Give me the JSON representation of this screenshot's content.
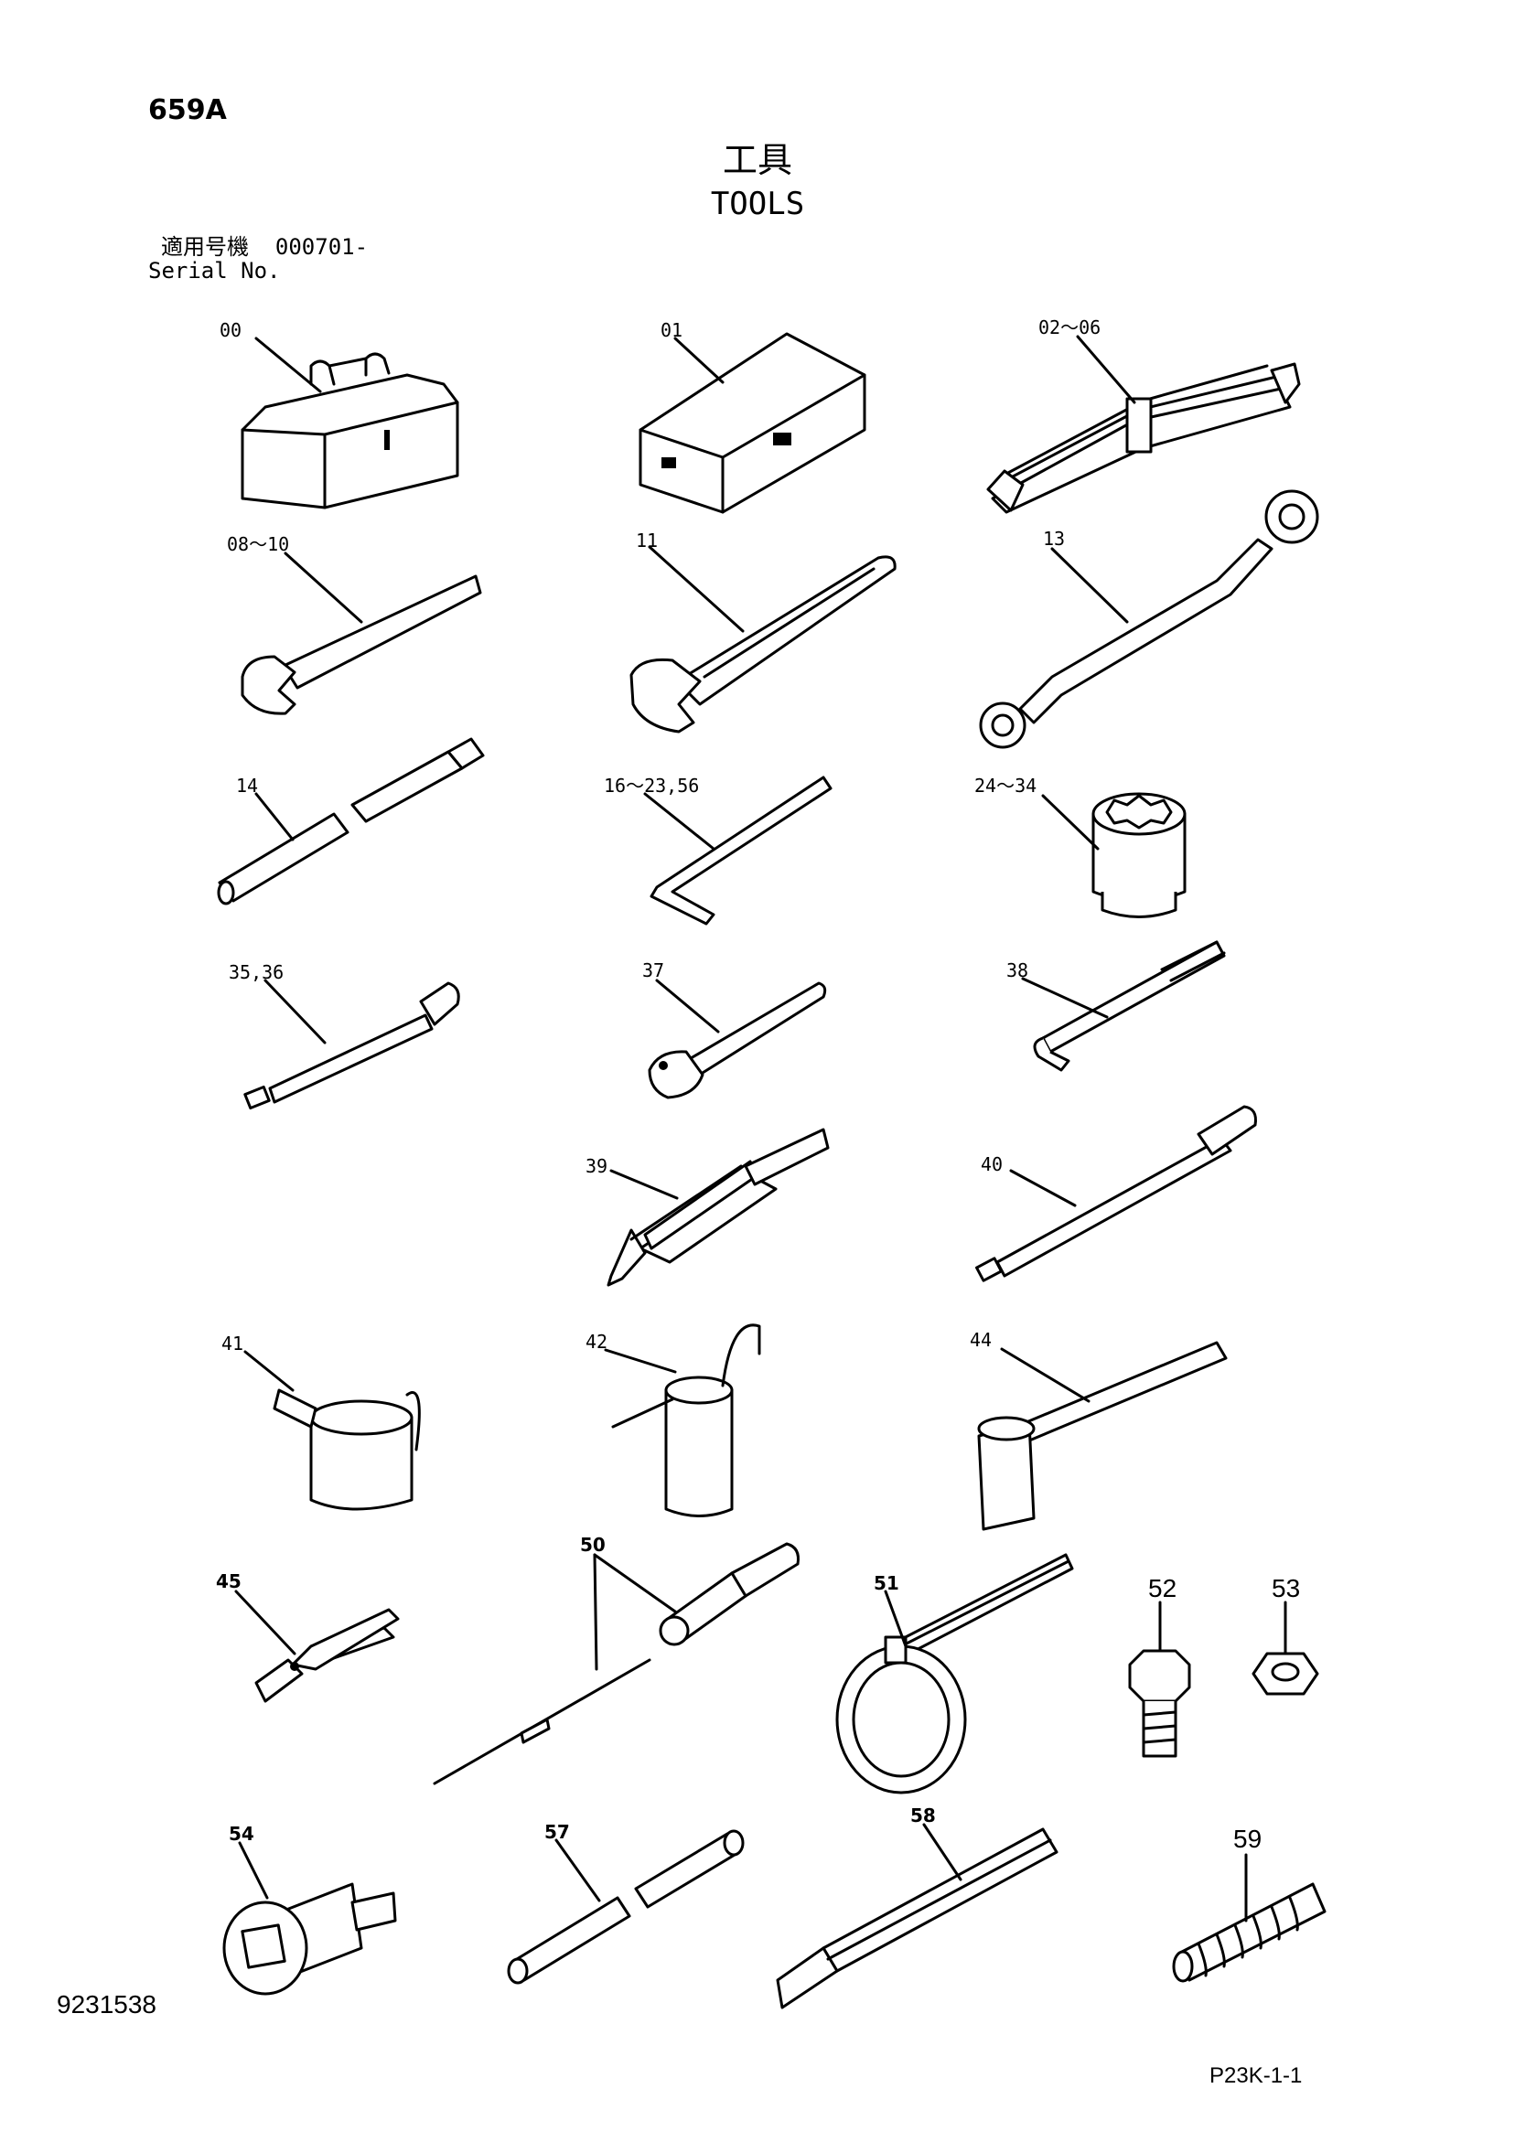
{
  "header": {
    "model": "659A",
    "title_jp": "工具",
    "title_en": "TOOLS",
    "serial_label_jp": "適用号機  000701-",
    "serial_label_en": "Serial No."
  },
  "parts": [
    {
      "label": "00",
      "icon": "tool-box-icon"
    },
    {
      "label": "01",
      "icon": "tool-case-icon"
    },
    {
      "label": "02～06",
      "icon": "wrench-set-icon"
    },
    {
      "label": "08～10",
      "icon": "spanner-icon"
    },
    {
      "label": "11",
      "icon": "adjustable-wrench-icon"
    },
    {
      "label": "13",
      "icon": "box-wrench-icon"
    },
    {
      "label": "14",
      "icon": "bar-icon"
    },
    {
      "label": "16～23,56",
      "icon": "hex-key-icon"
    },
    {
      "label": "24～34",
      "icon": "socket-icon"
    },
    {
      "label": "35,36",
      "icon": "extension-bar-icon"
    },
    {
      "label": "37",
      "icon": "handle-icon"
    },
    {
      "label": "38",
      "icon": "l-handle-icon"
    },
    {
      "label": "39",
      "icon": "grease-gun-icon"
    },
    {
      "label": "40",
      "icon": "grease-gun-rod-icon"
    },
    {
      "label": "41",
      "icon": "oil-jug-icon"
    },
    {
      "label": "42",
      "icon": "oiler-icon"
    },
    {
      "label": "44",
      "icon": "hammer-icon"
    },
    {
      "label": "45",
      "icon": "pliers-icon"
    },
    {
      "label": "50",
      "icon": "screwdriver-icon"
    },
    {
      "label": "51",
      "icon": "filter-wrench-icon"
    },
    {
      "label": "52",
      "icon": "bolt-icon"
    },
    {
      "label": "53",
      "icon": "nut-icon"
    },
    {
      "label": "54",
      "icon": "socket-adapter-icon"
    },
    {
      "label": "57",
      "icon": "pipe-icon"
    },
    {
      "label": "58",
      "icon": "chisel-icon"
    },
    {
      "label": "59",
      "icon": "spring-icon"
    }
  ],
  "footer": {
    "doc_no": "9231538",
    "page_ref": "P23K-1-1"
  }
}
